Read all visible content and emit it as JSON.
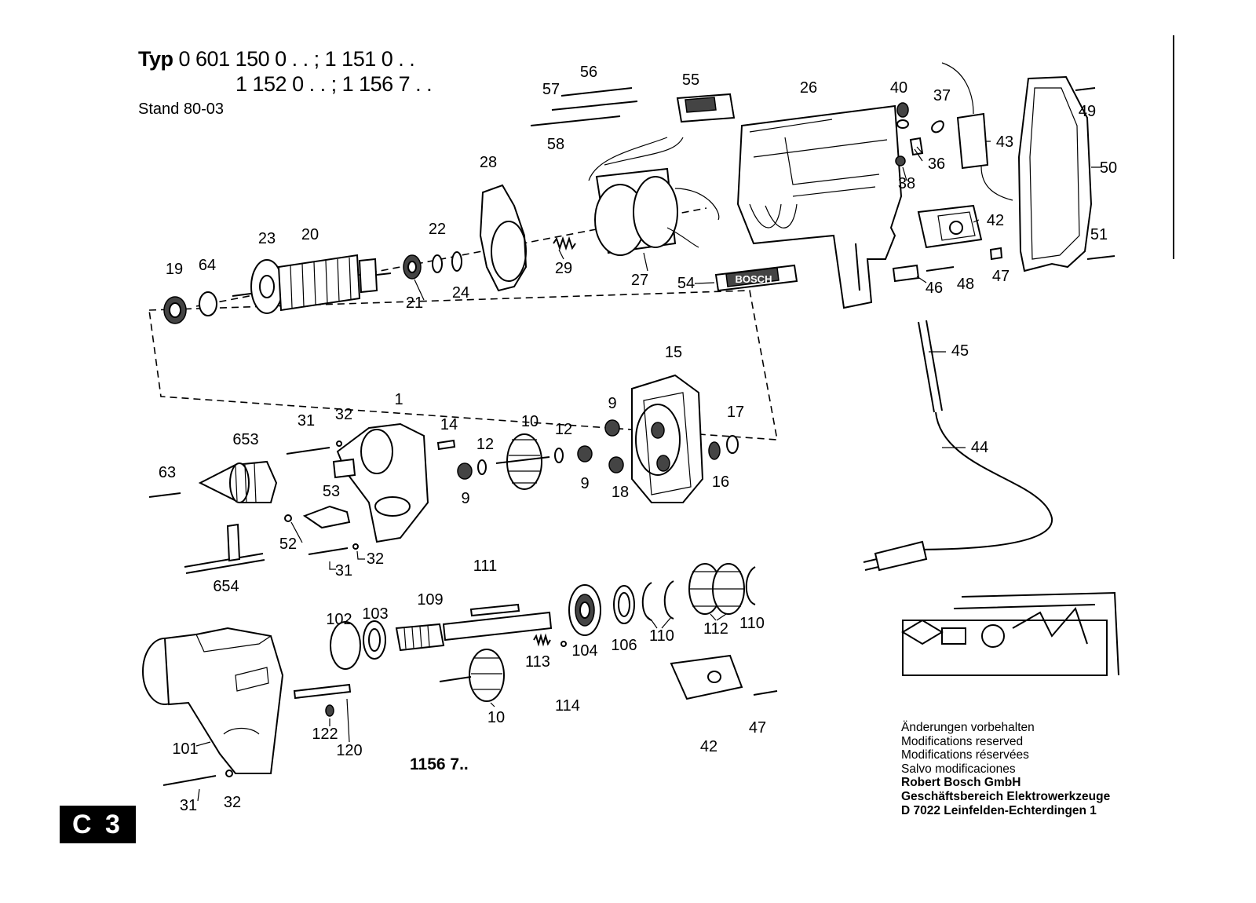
{
  "header": {
    "typ_label": "Typ",
    "typ_line1": "0 601 150 0 . . ; 1 151 0 . .",
    "typ_line2": "1 152 0 . . ; 1 156 7 . .",
    "stand": "Stand 80-03"
  },
  "variant_label": "1156 7..",
  "notes": {
    "line1": "Änderungen vorbehalten",
    "line2": "Modifications reserved",
    "line3": "Modifications réservées",
    "line4": "Salvo modificaciones",
    "company": "Robert Bosch GmbH",
    "division": "Geschäftsbereich Elektrowerkzeuge",
    "address": "D 7022 Leinfelden-Echterdingen 1"
  },
  "page_badge": "C 3",
  "brand_plate": "BOSCH",
  "part_labels": {
    "p1": "1",
    "p9a": "9",
    "p9b": "9",
    "p9c": "9",
    "p10a": "10",
    "p10b": "10",
    "p12a": "12",
    "p12b": "12",
    "p14": "14",
    "p15": "15",
    "p16": "16",
    "p17": "17",
    "p18": "18",
    "p19": "19",
    "p20": "20",
    "p21": "21",
    "p22": "22",
    "p23": "23",
    "p24": "24",
    "p26": "26",
    "p27": "27",
    "p28": "28",
    "p29": "29",
    "p31a": "31",
    "p31b": "31",
    "p31c": "31",
    "p32a": "32",
    "p32b": "32",
    "p32c": "32",
    "p36": "36",
    "p37": "37",
    "p38": "38",
    "p40": "40",
    "p42a": "42",
    "p42b": "42",
    "p43": "43",
    "p44": "44",
    "p45": "45",
    "p46": "46",
    "p47a": "47",
    "p47b": "47",
    "p48": "48",
    "p49": "49",
    "p50": "50",
    "p51": "51",
    "p52": "52",
    "p53": "53",
    "p54": "54",
    "p55": "55",
    "p56": "56",
    "p57": "57",
    "p58": "58",
    "p63": "63",
    "p64": "64",
    "p101": "101",
    "p102": "102",
    "p103": "103",
    "p104": "104",
    "p106": "106",
    "p109": "109",
    "p110a": "110",
    "p110b": "110",
    "p111": "111",
    "p112": "112",
    "p113": "113",
    "p114": "114",
    "p120": "120",
    "p122": "122",
    "p653": "653",
    "p654": "654"
  }
}
